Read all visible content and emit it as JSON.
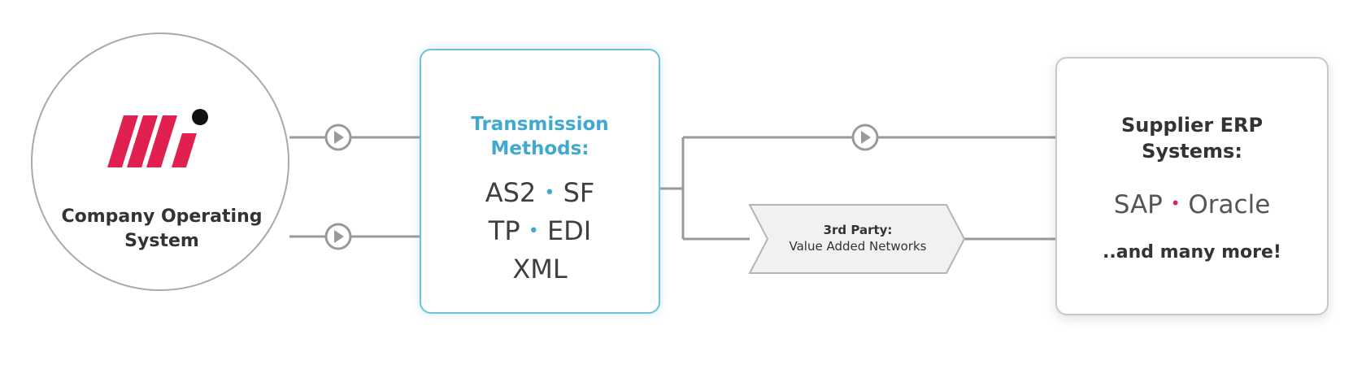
{
  "colors": {
    "brand_red": "#e0214f",
    "accent_blue": "#3fa9cf",
    "line_gray": "#9a9a9a"
  },
  "company": {
    "logo_icon": "mi-logo-icon",
    "name": "Company Operating\nSystem"
  },
  "transmission": {
    "title_line1": "Transmission",
    "title_line2": "Methods:",
    "methods_row1_a": "AS2",
    "methods_row1_b": "SF",
    "methods_row2_a": "TP",
    "methods_row2_b": "EDI",
    "methods_row3": "XML",
    "separator": "•"
  },
  "van": {
    "title": "3rd Party:",
    "subtitle": "Value Added Networks"
  },
  "erp": {
    "title_line1": "Supplier ERP",
    "title_line2": "Systems:",
    "system_a": "SAP",
    "system_b": "Oracle",
    "separator": "•",
    "more": "..and many more!"
  },
  "connectors": {
    "icon": "play-circle-icon"
  }
}
